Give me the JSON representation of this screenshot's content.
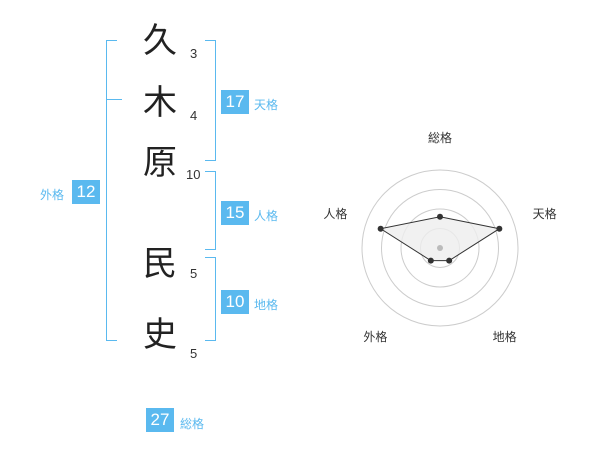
{
  "name_chars": [
    {
      "char": "久",
      "strokes": "3"
    },
    {
      "char": "木",
      "strokes": "4"
    },
    {
      "char": "原",
      "strokes": "10"
    },
    {
      "char": "民",
      "strokes": "5"
    },
    {
      "char": "史",
      "strokes": "5"
    }
  ],
  "scores": {
    "tenkaku": {
      "value": "17",
      "label": "天格"
    },
    "jinkaku": {
      "value": "15",
      "label": "人格"
    },
    "chikaku": {
      "value": "10",
      "label": "地格"
    },
    "gaikaku": {
      "value": "12",
      "label": "外格"
    },
    "soukaku": {
      "value": "27",
      "label": "総格"
    }
  },
  "radar": {
    "axes": [
      "総格",
      "天格",
      "地格",
      "外格",
      "人格"
    ],
    "levels": 4,
    "values": [
      2,
      4,
      1,
      1,
      4
    ],
    "max": 5,
    "fill": "#eeeeee",
    "line": "#333333",
    "ring": "#cccccc"
  },
  "colors": {
    "accent": "#5ab9ef"
  }
}
